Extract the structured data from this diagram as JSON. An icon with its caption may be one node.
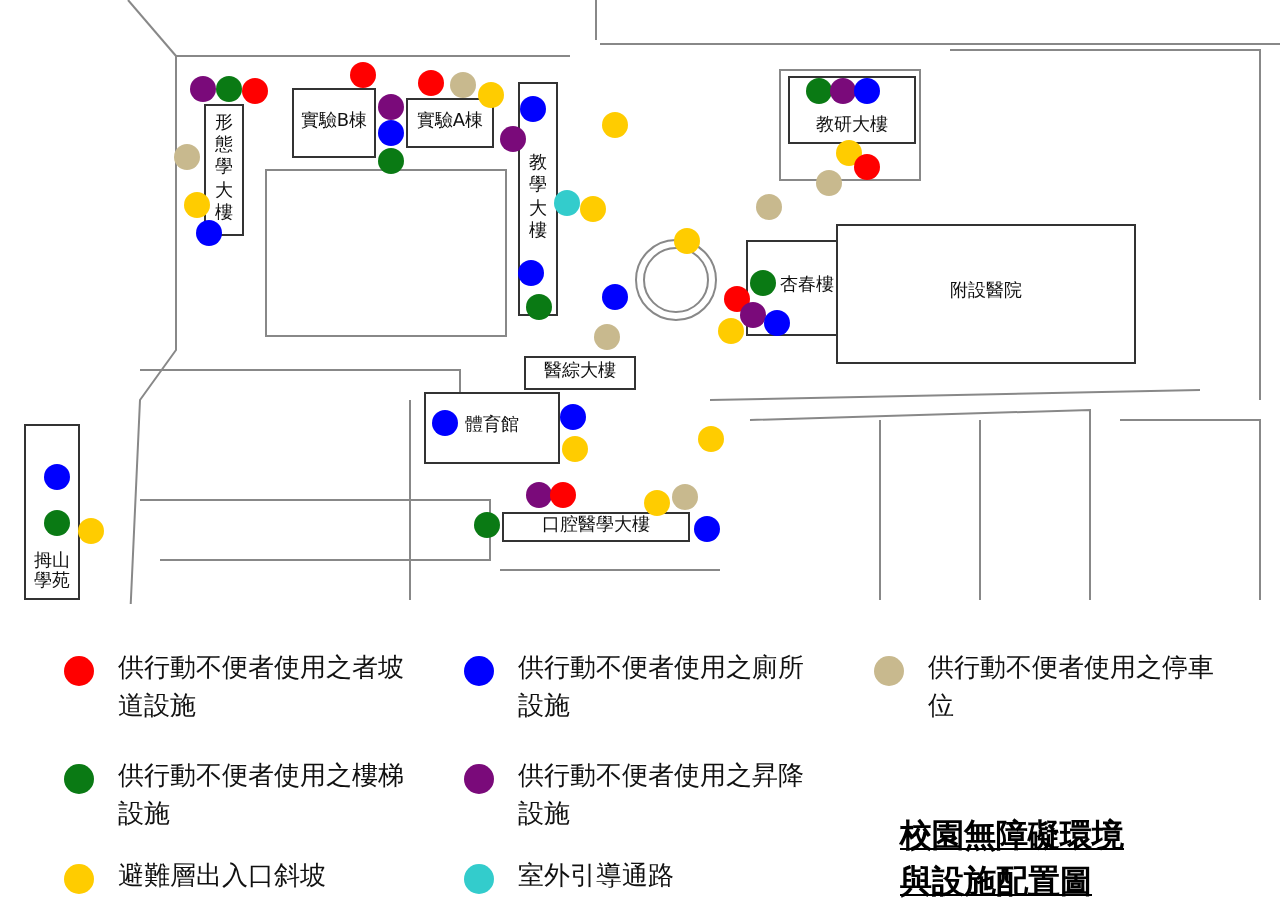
{
  "diagram": {
    "title": "校園無障礙環境與設施配置圖",
    "nodes": [
      {
        "text": [
          "形態學大樓"
        ]
      },
      {
        "text": [
          "實驗B棟"
        ]
      },
      {
        "text": [
          "實驗A棟"
        ]
      },
      {
        "text": [
          "教學大樓"
        ]
      },
      {
        "text": [
          "教研大樓"
        ]
      },
      {
        "text": [
          "杏春樓"
        ]
      },
      {
        "text": [
          "附設醫院"
        ]
      },
      {
        "text": [
          "醫綜大樓"
        ]
      },
      {
        "text": [
          "體育館"
        ]
      },
      {
        "text": [
          "口腔醫學大樓"
        ]
      },
      {
        "text": [
          "拇山學苑"
        ]
      }
    ],
    "legend": [
      {
        "text": "供行動不便者使用之者坡道設施",
        "color": "#ff0000"
      },
      {
        "text": "供行動不便者使用之廁所設施",
        "color": "#0000ff"
      },
      {
        "text": "供行動不便者使用之停車位",
        "color": "#c8b98e"
      },
      {
        "text": "供行動不便者使用之樓梯設施",
        "color": "#0a7a14"
      },
      {
        "text": "供行動不便者使用之昇降設施",
        "color": "#7a0a7a"
      },
      {
        "text": "避難層出入口斜坡",
        "color": "#ffcc00"
      },
      {
        "text": "室外引導通路",
        "color": "#33cccc"
      }
    ]
  }
}
